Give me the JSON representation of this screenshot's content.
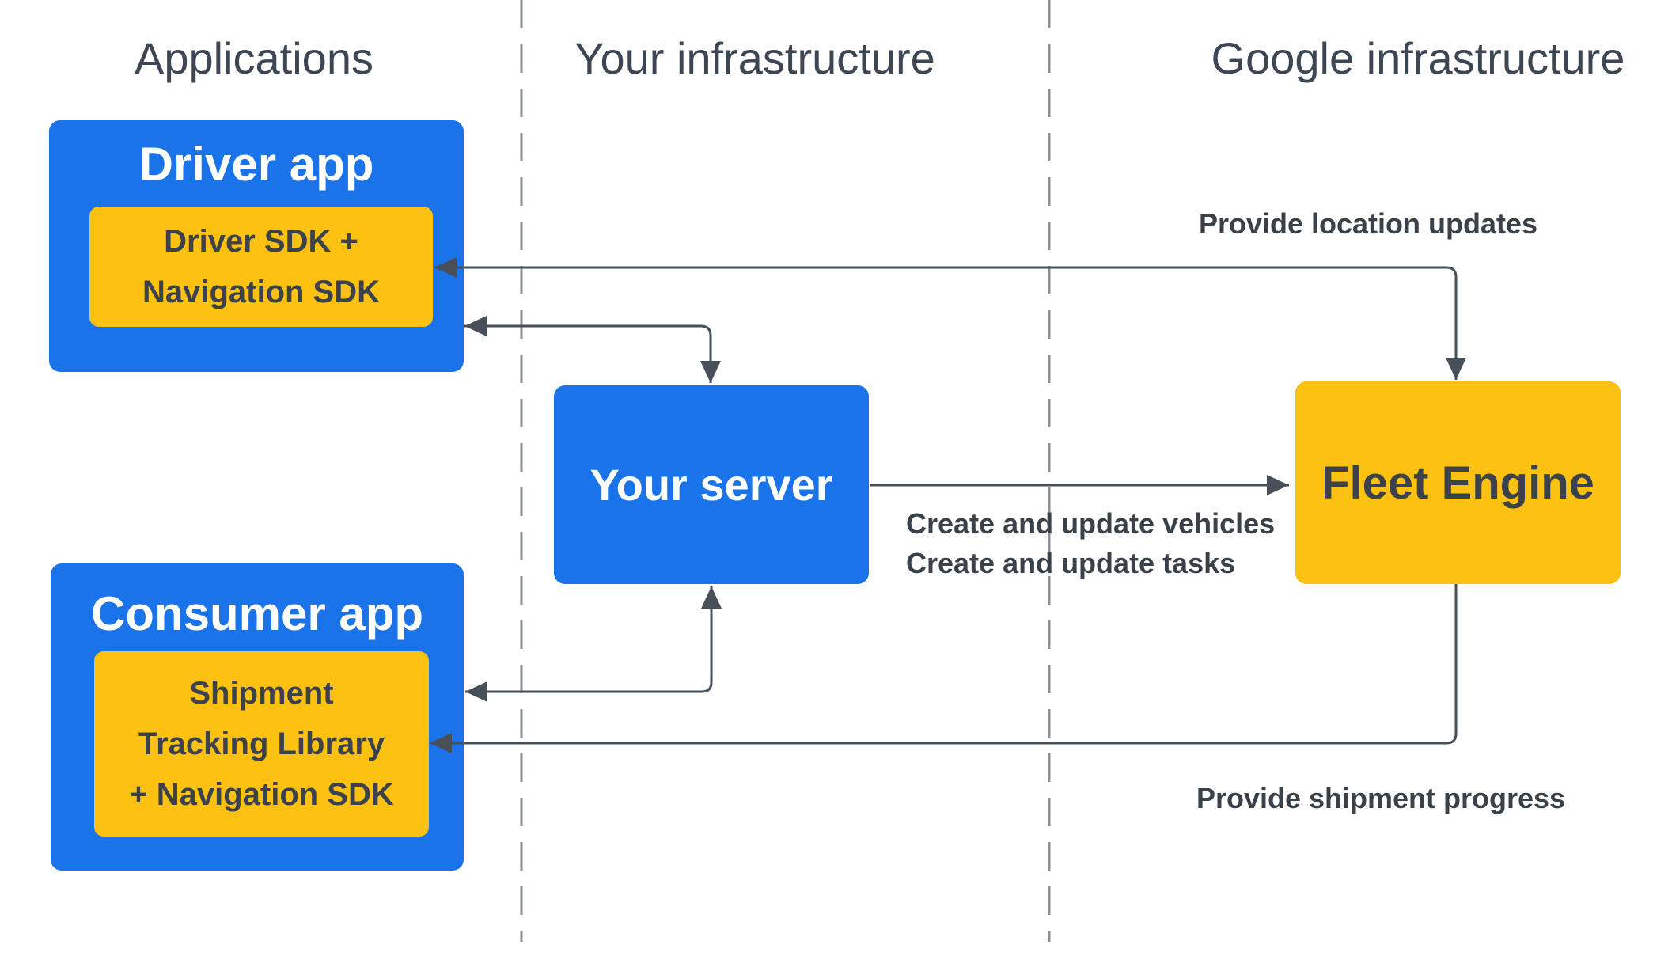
{
  "diagram": {
    "columns": [
      {
        "id": "applications",
        "label": "Applications"
      },
      {
        "id": "your-infrastructure",
        "label": "Your infrastructure"
      },
      {
        "id": "google-infrastructure",
        "label": "Google infrastructure"
      }
    ],
    "nodes": {
      "driver_app": {
        "title": "Driver app"
      },
      "driver_sdk": {
        "lines": [
          "Driver SDK +",
          "Navigation SDK"
        ]
      },
      "consumer_app": {
        "title": "Consumer app"
      },
      "shipment_lib": {
        "lines": [
          "Shipment",
          "Tracking Library",
          "+ Navigation SDK"
        ]
      },
      "your_server": {
        "title": "Your server"
      },
      "fleet_engine": {
        "title": "Fleet Engine"
      }
    },
    "edge_labels": {
      "location_updates": "Provide location updates",
      "create_update_lines": [
        "Create and update vehicles",
        "Create and update tasks"
      ],
      "shipment_progress": "Provide shipment progress"
    },
    "colors": {
      "app-blue": "#1a73e8",
      "sdk-yellow": "#fdc112",
      "arrow": "#475059",
      "heading-text": "#3d4653",
      "label-text": "#3a4148",
      "dark-text": "#3b424c",
      "dashed-line": "#8b9196"
    }
  }
}
